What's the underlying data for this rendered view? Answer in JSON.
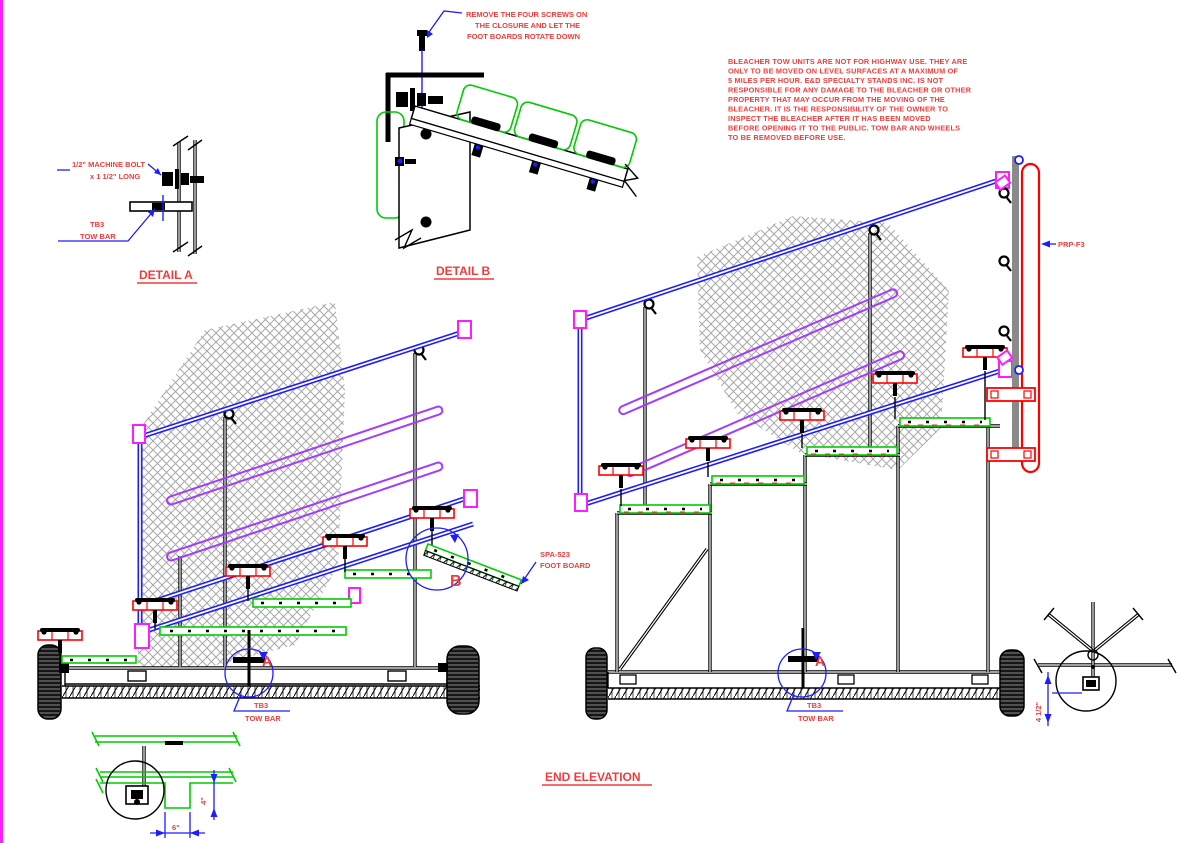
{
  "sheet": {
    "border_color": "#ff1cff",
    "background": "#ffffff"
  },
  "colors": {
    "red": "#f03c3c",
    "blue": "#1d1dff",
    "magenta": "#ff1cff",
    "purple": "#a33cff",
    "green": "#00cc00",
    "mesh_gray": "#a8a8a8",
    "bar_gray": "#8a8a8a"
  },
  "detail_a": {
    "title": "DETAIL A",
    "bolt_label_line1": "1/2\" MACHINE BOLT",
    "bolt_label_line2": "x 1 1/2\"  LONG",
    "part_tag": "TB3",
    "part_name": "TOW BAR"
  },
  "detail_b": {
    "title": "DETAIL B",
    "note_line1": "REMOVE THE FOUR SCREWS ON",
    "note_line2": "THE CLOSURE AND LET THE",
    "note_line3": "FOOT BOARDS ROTATE DOWN"
  },
  "warning": {
    "lines": [
      "BLEACHER TOW UNITS ARE NOT FOR HIGHWAY USE. THEY ARE",
      "ONLY TO BE MOVED ON LEVEL SURFACES AT A MAXIMUM OF",
      "5 MILES PER HOUR. E&D SPECIALTY STANDS INC. IS NOT",
      "RESPONSIBLE FOR ANY DAMAGE TO THE BLEACHER OR OTHER",
      "PROPERTY THAT MAY OCCUR FROM THE MOVING OF THE",
      "BLEACHER. IT IS THE RESPONSIBILITY OF THE OWNER TO",
      "INSPECT THE BLEACHER AFTER IT HAS BEEN MOVED",
      "BEFORE OPENING IT TO THE PUBLIC. TOW BAR AND WHEELS",
      "TO BE REMOVED BEFORE USE."
    ]
  },
  "elevation": {
    "title": "END ELEVATION",
    "callout_a_left": {
      "letter": "A",
      "tag": "TB3",
      "name": "TOW BAR"
    },
    "callout_a_right": {
      "letter": "A",
      "tag": "TB3",
      "name": "TOW BAR"
    },
    "callout_b": {
      "letter": "B"
    },
    "footboard": {
      "line1": "SPA-523",
      "line2": "FOOT BOARD"
    },
    "panel_label": "PRP-F3"
  },
  "dims": {
    "groove_depth": "4\"",
    "groove_width": "6\"",
    "jack_clearance": "4 1/2\""
  }
}
